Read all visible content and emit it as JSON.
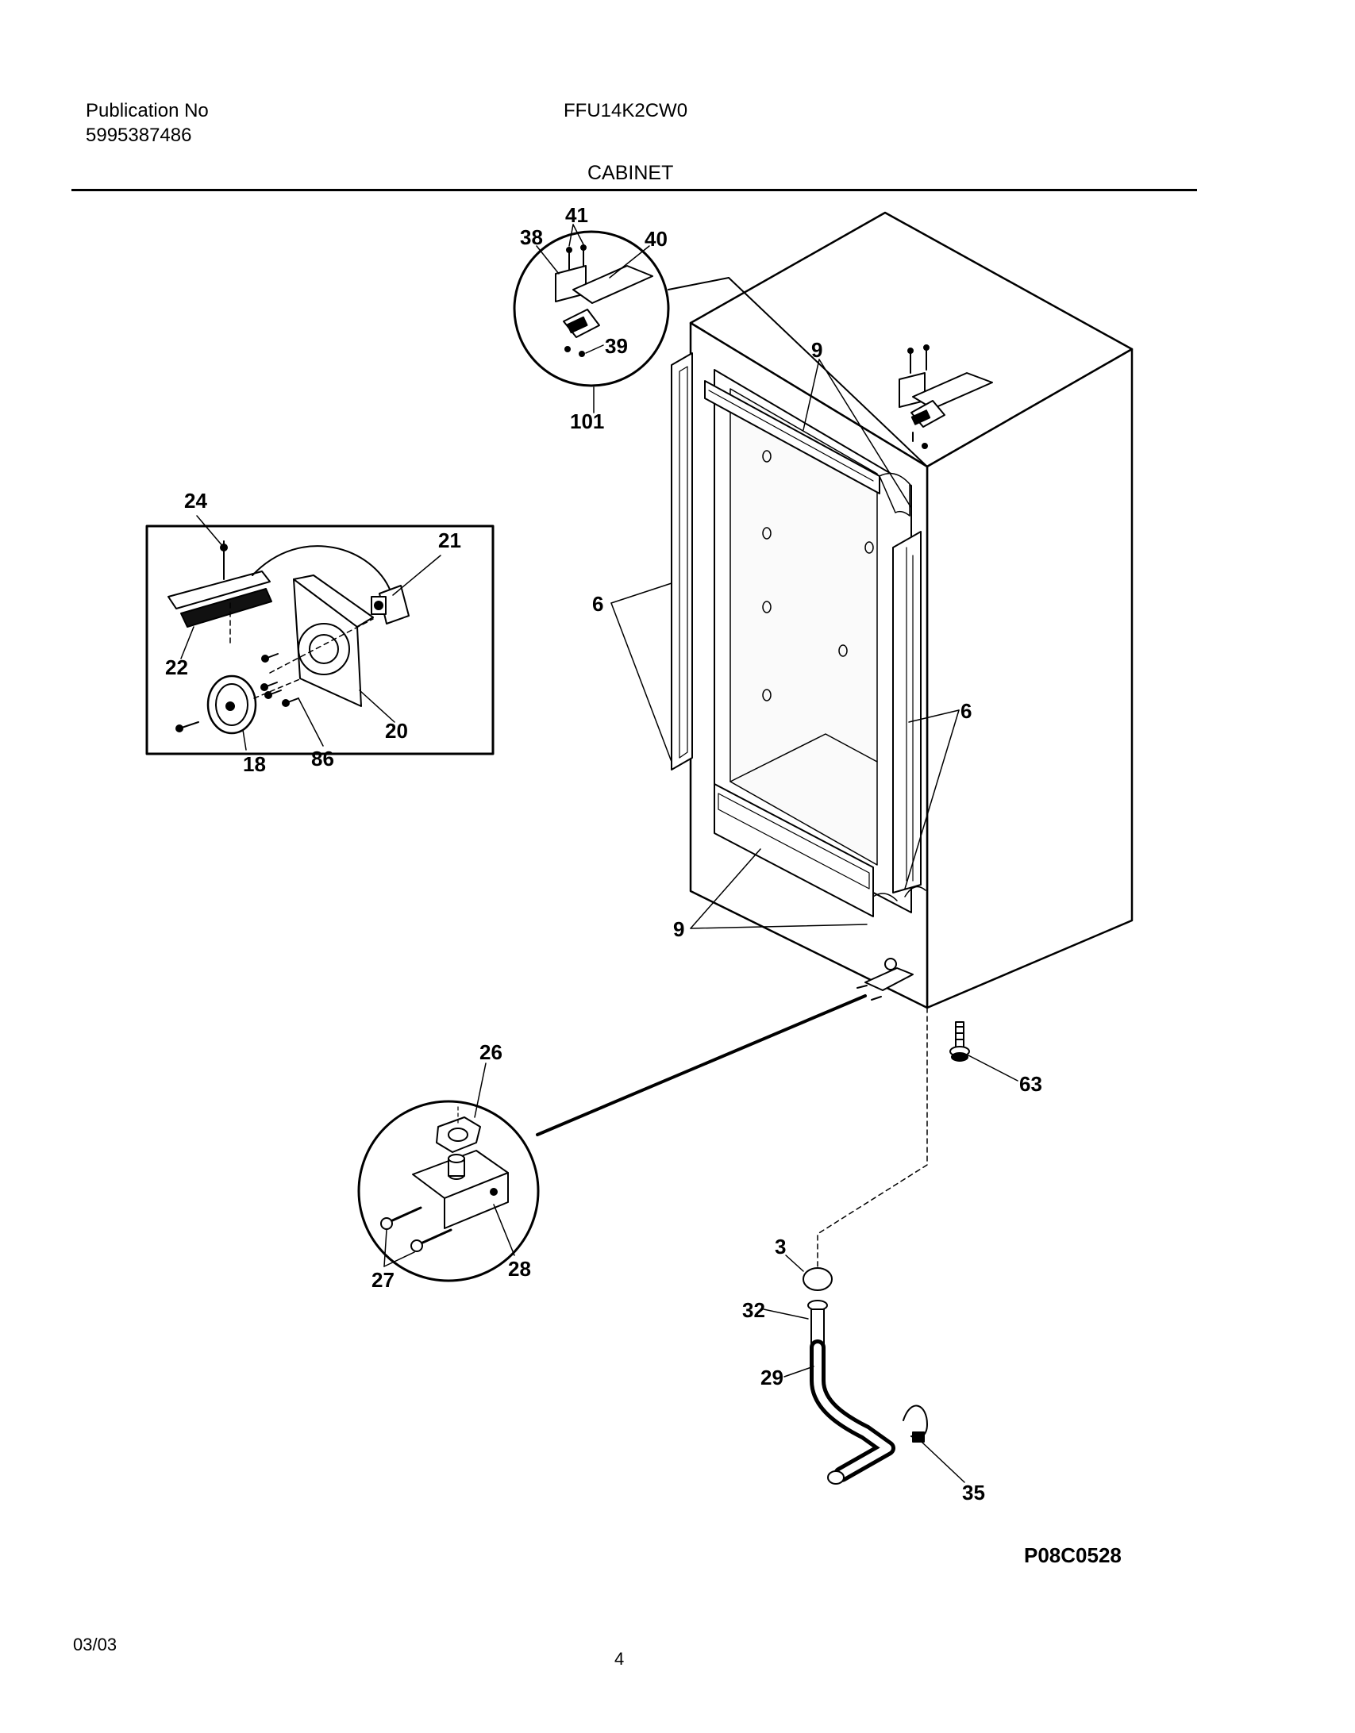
{
  "header": {
    "publication_label": "Publication No",
    "publication_number": "5995387486",
    "model": "FFU14K2CW0",
    "section": "CABINET"
  },
  "callouts": {
    "c41": "41",
    "c38": "38",
    "c40": "40",
    "c39": "39",
    "c101": "101",
    "c9_top": "9",
    "c6_left": "6",
    "c6_right": "6",
    "c9_bottom": "9",
    "c24": "24",
    "c21": "21",
    "c22": "22",
    "c20": "20",
    "c18": "18",
    "c86": "86",
    "c26": "26",
    "c27": "27",
    "c28": "28",
    "c63": "63",
    "c3": "3",
    "c32": "32",
    "c29": "29",
    "c35": "35"
  },
  "footer": {
    "diagram_code": "P08C0528",
    "date": "03/03",
    "page": "4"
  }
}
